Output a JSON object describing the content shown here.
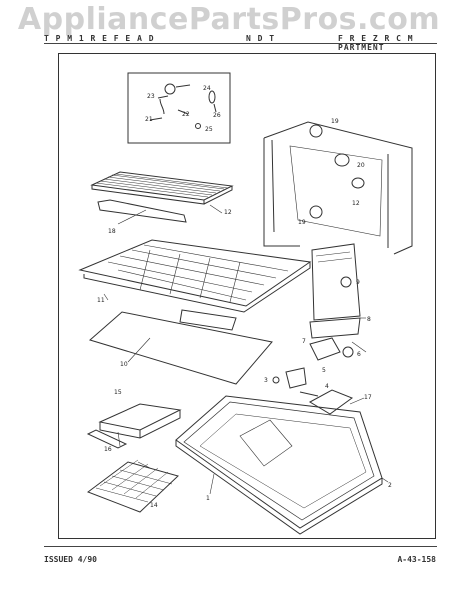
{
  "watermark": "AppliancePartsPros.com",
  "header": {
    "left": "T P M 1 R E F E A D",
    "middle": "N D T",
    "right": "F R E Z R C M PARTMENT"
  },
  "footer": {
    "issued": "ISSUED 4/90",
    "code": "A-43-158"
  },
  "callouts": [
    "1",
    "2",
    "3",
    "4",
    "5",
    "6",
    "7",
    "8",
    "9",
    "10",
    "11",
    "12",
    "14",
    "15",
    "16",
    "17",
    "18",
    "19",
    "20",
    "21",
    "22",
    "23",
    "24",
    "25",
    "26"
  ]
}
